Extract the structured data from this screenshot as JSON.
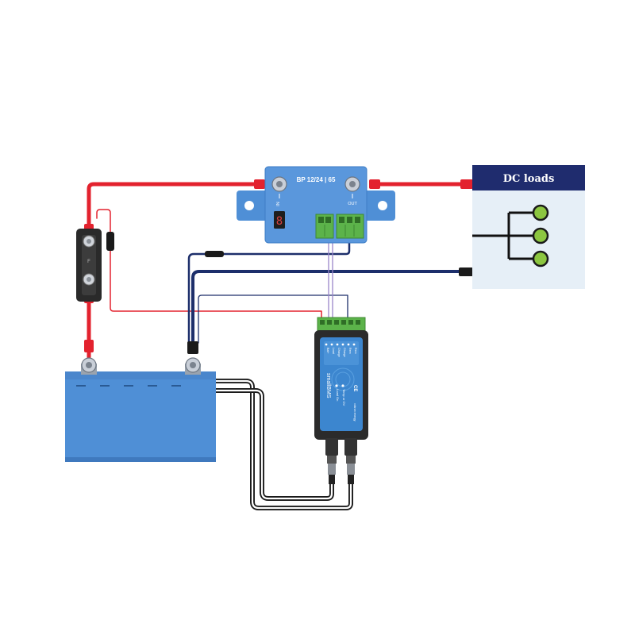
{
  "protect": {
    "model": "BP 12/24 | 65",
    "in_label": "IN",
    "out_label": "OUT",
    "digit": "8"
  },
  "dc_loads": {
    "title": "DC loads"
  },
  "fuse": {
    "label": "F"
  },
  "bms": {
    "name": "smallBMS",
    "ce_mark": "CE",
    "brand": "victron energy",
    "status_labels": [
      "Load On",
      "Temp or OV"
    ],
    "terminal_labels": [
      "Bat+",
      "Load",
      "Charge",
      "Charge",
      "Rem",
      "Rem"
    ]
  },
  "colors": {
    "positive_wire": "#e3222e",
    "negative_wire": "#1d2f6b",
    "signal_wire": "#9a86c9",
    "battery": "#4f8fd6",
    "protect": "#4f8fd6",
    "header": "#1f2c6e",
    "load_dot": "#8cc640"
  }
}
